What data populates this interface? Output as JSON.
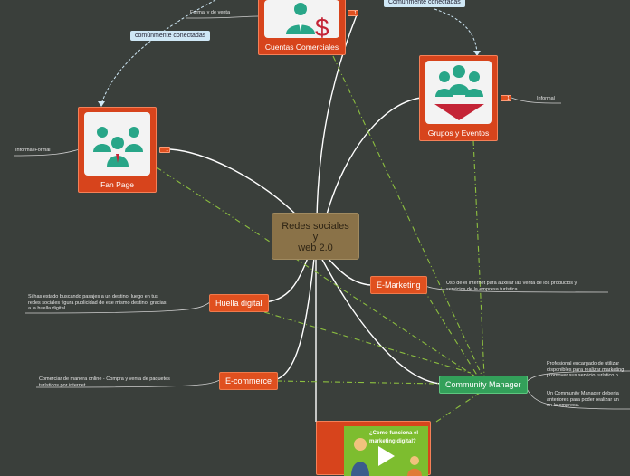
{
  "central": {
    "line1": "Redes sociales",
    "line2": "y",
    "line3": "web 2.0"
  },
  "topics": {
    "cuentas": "Cuentas Comerciales",
    "grupos": "Grupos y Eventos",
    "fanpage": "Fan Page",
    "emarketing": "E-Marketing",
    "huella": "Huella digital",
    "ecommerce": "E-commerce",
    "community": "Community Manager"
  },
  "video_banner": {
    "line1": "¿Como funciona el",
    "line2": "marketing digital?"
  },
  "notes": {
    "formal_venta": "Formal y de venta",
    "informal": "Informal",
    "informal_formal": "Informal/Formal",
    "emarketing": "Uso de  el internet para auxiliar las venta de los productos y\nservicios de la empresa turística",
    "huella": "Si has estado buscando pasajes a un destino, luego en tus\nredes sociales figura publicidad de ese mismo destino, gracias\na la huella digital",
    "ecommerce": "Comerciar de manera online - Compra y venta de paquetes\nturísticos por internet",
    "community_1": "Profesional encargado de utilizar\ndisponibles para realizar marketing\npromover sus servicio turístico o",
    "community_2": "Un Community Manager debería\nanteriores para poder realizar un\nen la empresa."
  },
  "relationships": {
    "label_top": "Comunmente conectadas",
    "label_left": "comúnmente conectadas"
  },
  "badges": {
    "count": "1"
  },
  "colors": {
    "background": "#3a3f3b",
    "central": "#8a7248",
    "orange_topic": "#e0501f",
    "green_topic": "#33a05a",
    "connector": "#ffffff",
    "relation_line": "#8cbf3f"
  },
  "icons": {
    "cuentas": "business-people-dollar-icon",
    "grupos": "group-people-arrow-icon",
    "fanpage": "group-people-icon",
    "video": "video-play-icon"
  }
}
